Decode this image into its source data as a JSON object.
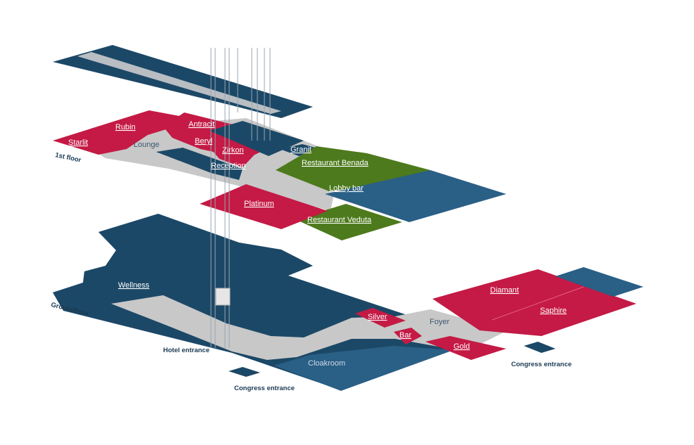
{
  "colors": {
    "dark_blue": "#1c4867",
    "mid_blue": "#2a5f86",
    "red": "#c41a45",
    "green": "#4d7a1c",
    "gray": "#c8c8c8"
  },
  "first_floor": {
    "label": "1st floor",
    "rooms": {
      "starlit": "Starlit",
      "rubin": "Rubin",
      "antracit": "Antracit",
      "beryl": "Beryl",
      "zirkon": "Zirkon",
      "granit": "Granit",
      "reception": "Reception",
      "lounge": "Lounge",
      "restaurant_benada": "Restaurant Benada",
      "lobby_bar": "Lobby bar",
      "platinum": "Platinum",
      "restaurant_veduta": "Restaurant Veduta"
    }
  },
  "ground_floor": {
    "label": "Groundfloor",
    "rooms": {
      "wellness": "Wellness",
      "silver": "Silver",
      "foyer": "Foyer",
      "bar": "Bar",
      "gold": "Gold",
      "diamant": "Diamant",
      "saphire": "Saphire",
      "cloakroom": "Cloakroom"
    },
    "entrances": {
      "hotel": "Hotel entrance",
      "congress_left": "Congress entrance",
      "congress_right": "Congress entrance"
    }
  }
}
